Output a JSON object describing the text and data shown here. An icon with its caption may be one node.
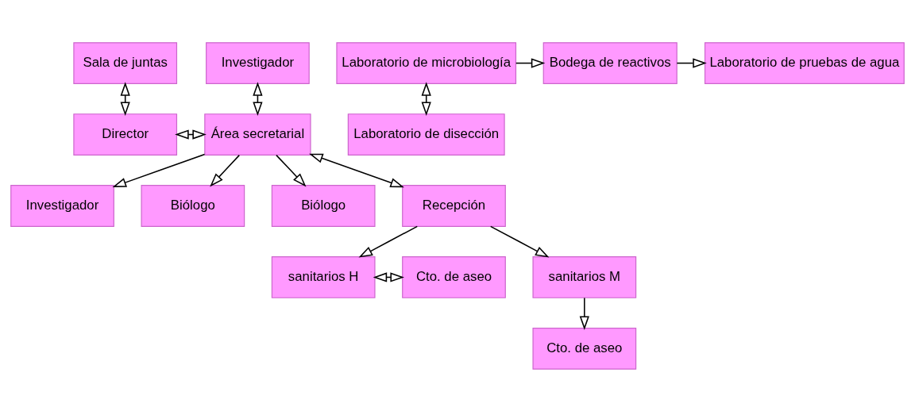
{
  "diagram": {
    "nodes": [
      {
        "text": [
          "Sala de juntas"
        ]
      },
      {
        "text": [
          "Investigador"
        ]
      },
      {
        "text": [
          "Investigador"
        ]
      },
      {
        "text": [
          "Biólogo"
        ]
      },
      {
        "text": [
          "Biólogo"
        ]
      },
      {
        "text": [
          "Director"
        ]
      },
      {
        "text": [
          "Área secretarial"
        ]
      },
      {
        "text": [
          "sanitarios H"
        ]
      },
      {
        "text": [
          "Cto. de aseo"
        ]
      },
      {
        "text": [
          "Recepción"
        ]
      },
      {
        "text": [
          "sanitarios M"
        ]
      },
      {
        "text": [
          "Cto. de aseo"
        ]
      },
      {
        "text": [
          "Laboratorio de microbiología"
        ]
      },
      {
        "text": [
          "Bodega de reactivos"
        ]
      },
      {
        "text": [
          "Laboratorio de pruebas de agua"
        ]
      },
      {
        "text": [
          "Laboratorio de disección"
        ]
      }
    ],
    "edges": [
      {
        "from": 0,
        "to": 5,
        "arrow": "both"
      },
      {
        "from": 1,
        "to": 6,
        "arrow": "both"
      },
      {
        "from": 5,
        "to": 6,
        "arrow": "both"
      },
      {
        "from": 6,
        "to": 2,
        "arrow": "to"
      },
      {
        "from": 6,
        "to": 3,
        "arrow": "to"
      },
      {
        "from": 6,
        "to": 4,
        "arrow": "to"
      },
      {
        "from": 6,
        "to": 9,
        "arrow": "both"
      },
      {
        "from": 9,
        "to": 7,
        "arrow": "to"
      },
      {
        "from": 7,
        "to": 8,
        "arrow": "both"
      },
      {
        "from": 9,
        "to": 10,
        "arrow": "to"
      },
      {
        "from": 10,
        "to": 11,
        "arrow": "to"
      },
      {
        "from": 12,
        "to": 13,
        "arrow": "to"
      },
      {
        "from": 13,
        "to": 14,
        "arrow": "to"
      },
      {
        "from": 12,
        "to": 15,
        "arrow": "both"
      }
    ]
  }
}
